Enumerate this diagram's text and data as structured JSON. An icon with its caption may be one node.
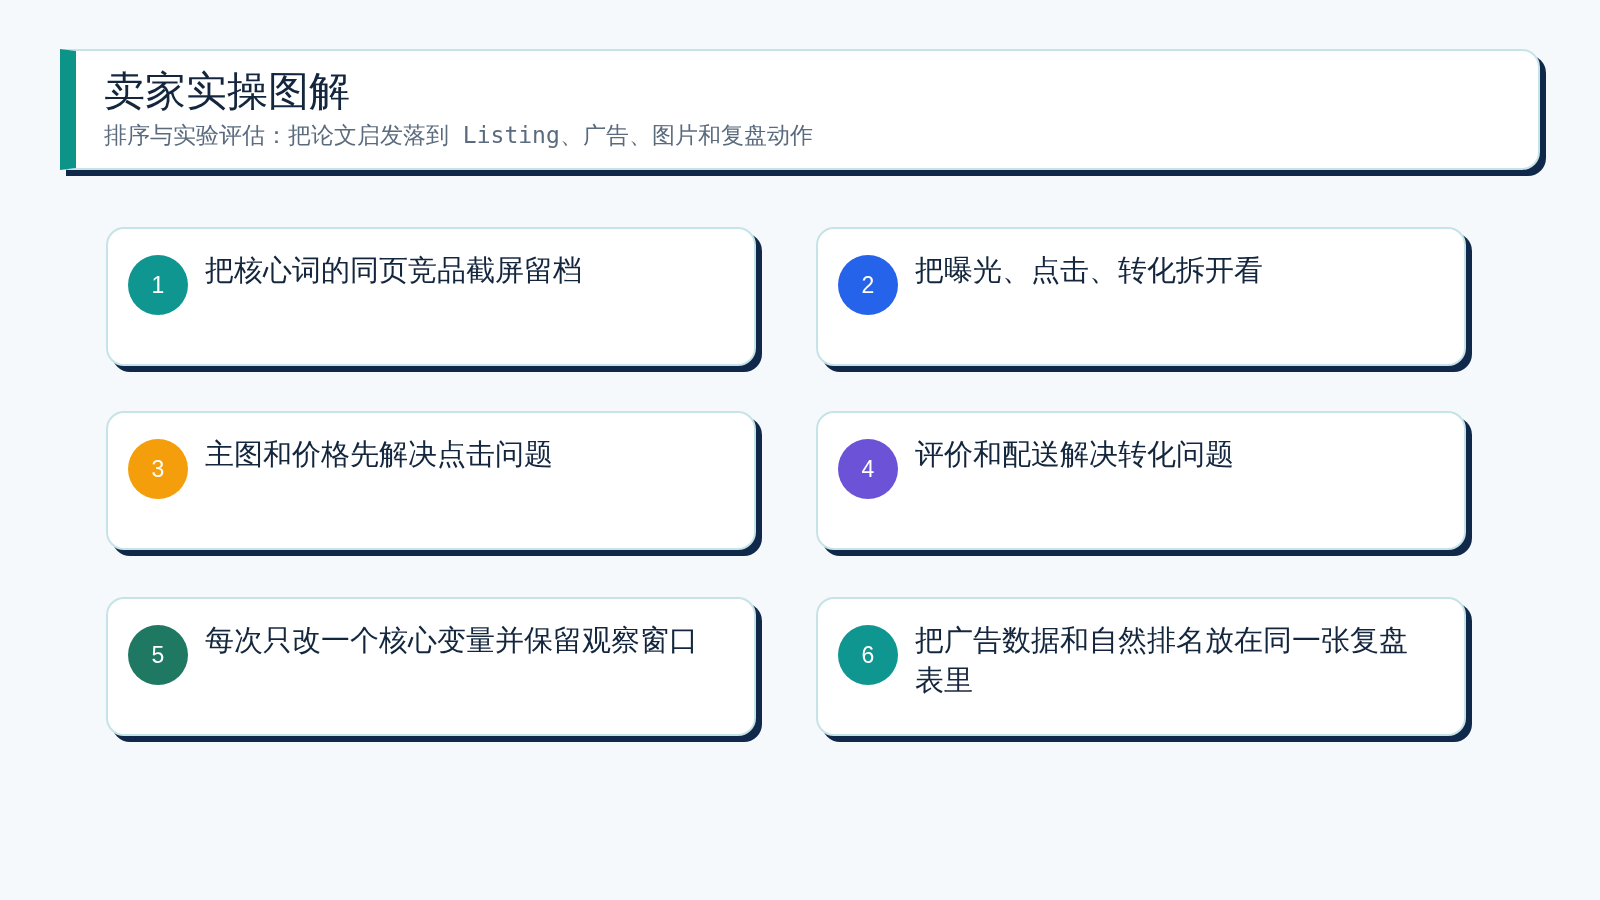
{
  "diagram": {
    "title": "卖家实操图解",
    "nodes": [
      {
        "text": [
          "排序与实验评估：把论文启发落到 Listing、广告、图片和复盘动作"
        ]
      },
      {
        "text": [
          "把核心词的同页竞品截屏留档"
        ]
      },
      {
        "text": [
          "1"
        ],
        "in": 1
      },
      {
        "text": [
          "把曝光、点击、转化拆开看"
        ]
      },
      {
        "text": [
          "2"
        ],
        "in": 3
      },
      {
        "text": [
          "主图和价格先解决点击问题"
        ]
      },
      {
        "text": [
          "3"
        ],
        "in": 5
      },
      {
        "text": [
          "评价和配送解决转化问题"
        ]
      },
      {
        "text": [
          "4"
        ],
        "in": 7
      },
      {
        "text": [
          "每次只改一个核心变量并保留观察窗口"
        ]
      },
      {
        "text": [
          "5"
        ],
        "in": 9
      },
      {
        "text": [
          "把广告数据和自然排名放在同一张复盘表里"
        ]
      },
      {
        "text": [
          "6"
        ],
        "in": 11
      }
    ]
  }
}
